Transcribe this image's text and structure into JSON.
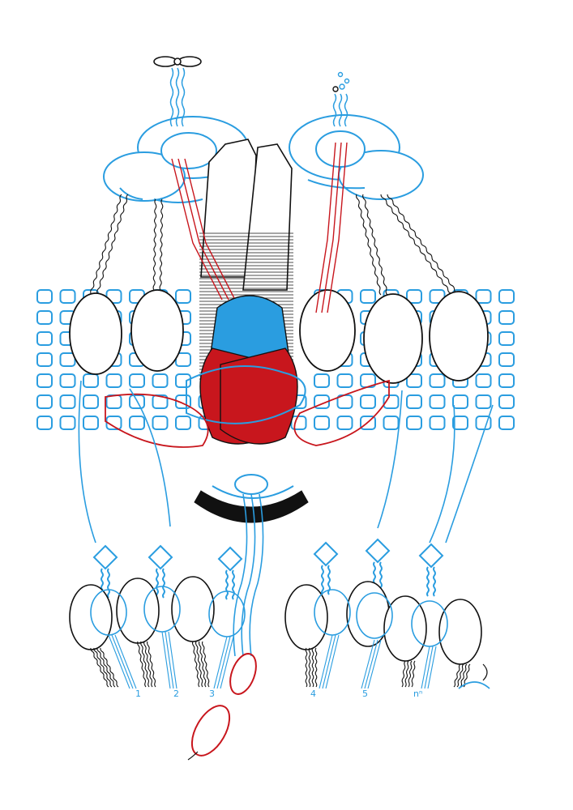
{
  "colors": {
    "blue": "#2a9de0",
    "red": "#c8161d",
    "black": "#111111",
    "background": "#ffffff"
  },
  "labels": {
    "num1": "1",
    "num2": "2",
    "num3": "3",
    "num4": "4",
    "num5": "5",
    "numN": "nⁿ"
  },
  "icons": {
    "top_left": "propeller-icon",
    "top_right": "bubbles-icon"
  }
}
